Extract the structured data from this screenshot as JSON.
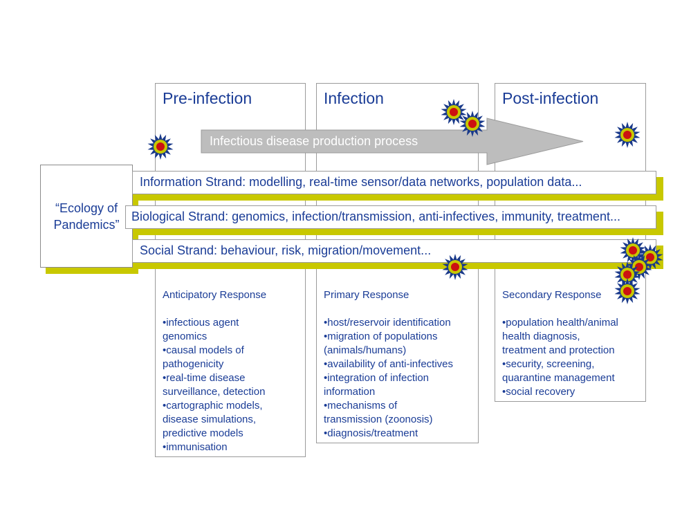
{
  "columns": [
    {
      "title": "Pre-infection",
      "response": "Anticipatory Response",
      "items": [
        "•infectious agent",
        "genomics",
        "•causal models of",
        "pathogenicity",
        "•real-time disease",
        "surveillance, detection",
        "•cartographic models,",
        "disease simulations,",
        "predictive models",
        "•immunisation"
      ]
    },
    {
      "title": "Infection",
      "response": "Primary Response",
      "items": [
        "•host/reservoir identification",
        "•migration of populations",
        "(animals/humans)",
        "•availability of anti-infectives",
        "•integration of infection",
        "information",
        "•mechanisms of",
        "transmission (zoonosis)",
        "•diagnosis/treatment"
      ]
    },
    {
      "title": "Post-infection",
      "response": "Secondary Response",
      "items": [
        "•population health/animal",
        "health diagnosis,",
        "treatment and protection",
        "•security, screening,",
        "quarantine management",
        "•social recovery"
      ]
    }
  ],
  "process_arrow": {
    "label": "Infectious disease production process",
    "color": "#bdbdbd"
  },
  "strands": [
    {
      "label": "Information Strand: modelling, real-time sensor/data networks, population data..."
    },
    {
      "label": "Biological Strand: genomics, infection/transmission, anti-infectives, immunity, treatment..."
    },
    {
      "label": "Social Strand: behaviour, risk, migration/movement..."
    }
  ],
  "ecology_box": {
    "line1": "“Ecology of",
    "line2": "Pandemics”"
  },
  "colors": {
    "text_blue": "#1a3c96",
    "strand_shadow": "#c8c800",
    "virus_spikes": "#1a3a8a",
    "virus_ring": "#c8c800",
    "virus_core": "#cc1111"
  },
  "icons": [
    "virus-icon"
  ]
}
